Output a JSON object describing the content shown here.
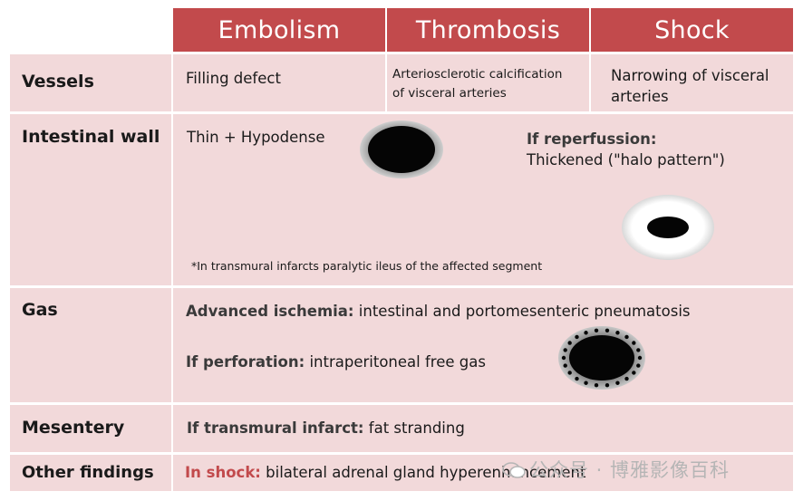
{
  "headers": {
    "embolism": "Embolism",
    "thrombosis": "Thrombosis",
    "shock": "Shock"
  },
  "rows": {
    "vessels": {
      "label": "Vessels",
      "embolism": "Filling defect",
      "thrombosis_line1": "Arteriosclerotic calcification",
      "thrombosis_line2": "of visceral arteries",
      "shock_line1": "Narrowing of visceral",
      "shock_line2": "arteries"
    },
    "intestinal_wall": {
      "label": "Intestinal wall",
      "text": "Thin + Hypodense",
      "reperfusion_label": "If reperfussion:",
      "reperfusion_text": "Thickened (\"halo pattern\")",
      "footnote": "*In transmural infarcts paralytic ileus of the affected segment"
    },
    "gas": {
      "label": "Gas",
      "ischemia_label": "Advanced ischemia:",
      "ischemia_text": "intestinal and portomesenteric pneumatosis",
      "perforation_label": "If perforation:",
      "perforation_text": "intraperitoneal free gas"
    },
    "mesentery": {
      "label": "Mesentery",
      "infarct_label": "If transmural infarct:",
      "infarct_text": "fat stranding"
    },
    "other": {
      "label": "Other findings",
      "shock_label": "In shock:",
      "shock_text": "bilateral adrenal gland hyperenhancement"
    }
  },
  "watermark": "公众号 · 博雅影像百科",
  "colors": {
    "header": "#c24a4c",
    "cell": "#f2d9da",
    "accent_red": "#c24a4c"
  }
}
